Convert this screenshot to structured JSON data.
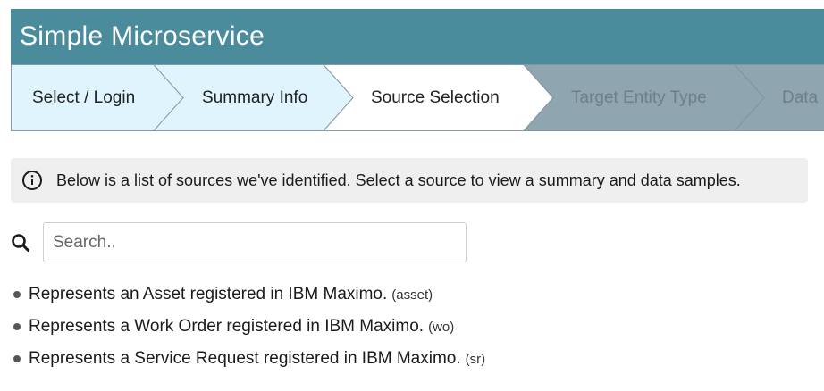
{
  "app": {
    "title": "Simple Microservice"
  },
  "wizard": {
    "steps": [
      {
        "label": "Select / Login",
        "state": "done"
      },
      {
        "label": "Summary Info",
        "state": "done"
      },
      {
        "label": "Source Selection",
        "state": "current"
      },
      {
        "label": "Target Entity Type",
        "state": "todo"
      },
      {
        "label": "Data",
        "state": "todo"
      }
    ],
    "colors": {
      "done": "#dff4fd",
      "current": "#ffffff",
      "todo": "#8fa5b0",
      "border": "#8a9aa4"
    }
  },
  "info": {
    "icon": "info-circle-icon",
    "text": "Below is a list of sources we've identified. Select a source to view a summary and data samples."
  },
  "search": {
    "icon": "search-icon",
    "placeholder": "Search..",
    "value": ""
  },
  "sources": [
    {
      "description": "Represents an Asset registered in IBM Maximo.",
      "code": "(asset)"
    },
    {
      "description": "Represents a Work Order registered in IBM Maximo.",
      "code": "(wo)"
    },
    {
      "description": "Represents a Service Request registered in IBM Maximo.",
      "code": "(sr)"
    }
  ],
  "colors": {
    "header_bg": "#4a8b9c",
    "info_bg": "#efefef"
  }
}
